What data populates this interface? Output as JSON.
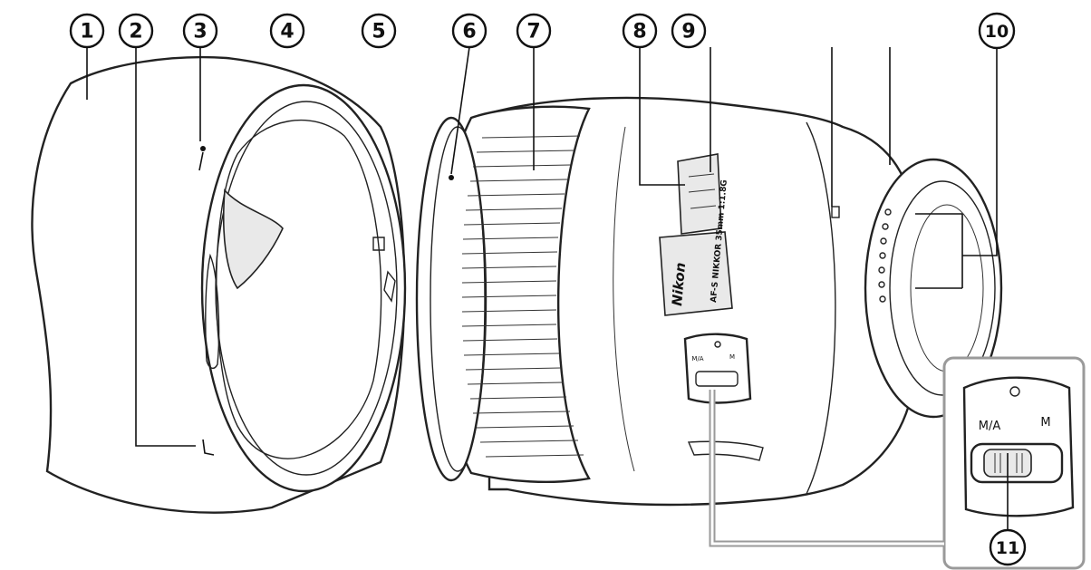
{
  "callouts": [
    {
      "num": "1"
    },
    {
      "num": "2"
    },
    {
      "num": "3"
    },
    {
      "num": "4"
    },
    {
      "num": "5"
    },
    {
      "num": "6"
    },
    {
      "num": "7"
    },
    {
      "num": "8"
    },
    {
      "num": "9"
    },
    {
      "num": "10"
    },
    {
      "num": "11"
    }
  ],
  "lens_text": {
    "brand": "Nikon",
    "name_line1": "AF-S NIKKOR 35mm 1:1.8G",
    "name_line2": "",
    "switch_left": "M/A",
    "switch_right": "M"
  }
}
